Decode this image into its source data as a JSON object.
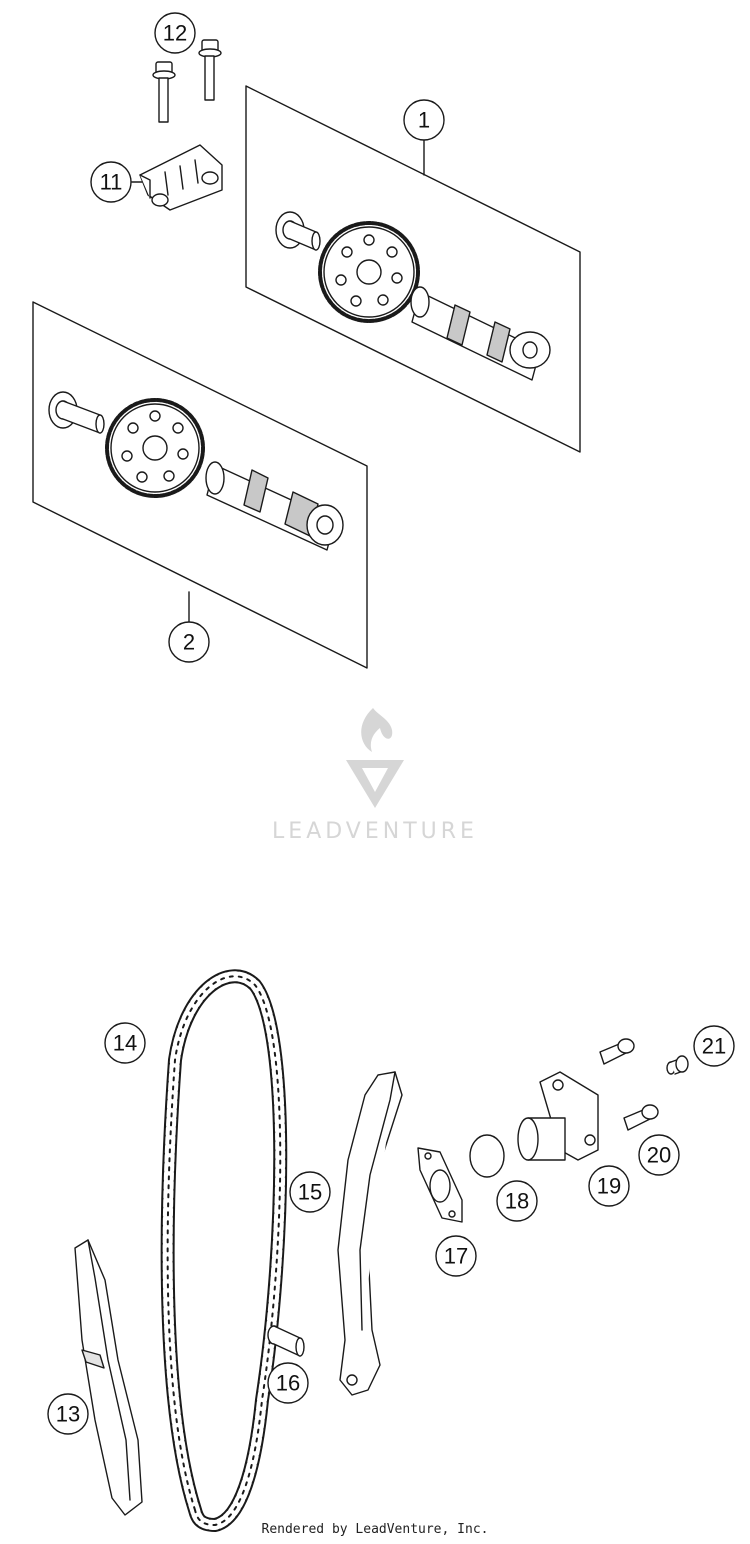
{
  "callouts": [
    {
      "key": "c1",
      "label": "1"
    },
    {
      "key": "c2",
      "label": "2"
    },
    {
      "key": "c11",
      "label": "11"
    },
    {
      "key": "c12",
      "label": "12"
    },
    {
      "key": "c13",
      "label": "13"
    },
    {
      "key": "c14",
      "label": "14"
    },
    {
      "key": "c15",
      "label": "15"
    },
    {
      "key": "c16",
      "label": "16"
    },
    {
      "key": "c17",
      "label": "17"
    },
    {
      "key": "c18",
      "label": "18"
    },
    {
      "key": "c19",
      "label": "19"
    },
    {
      "key": "c20",
      "label": "20"
    },
    {
      "key": "c21",
      "label": "21"
    }
  ],
  "watermark": {
    "text": "LEADVENTURE",
    "icon": "flame-v-logo-icon"
  },
  "footer": {
    "text": "Rendered by LeadVenture, Inc."
  },
  "colors": {
    "line": "#1a1a1a",
    "watermark": "#d6d6d6",
    "fill": "#ffffff",
    "shade": "#9a9a9a"
  }
}
